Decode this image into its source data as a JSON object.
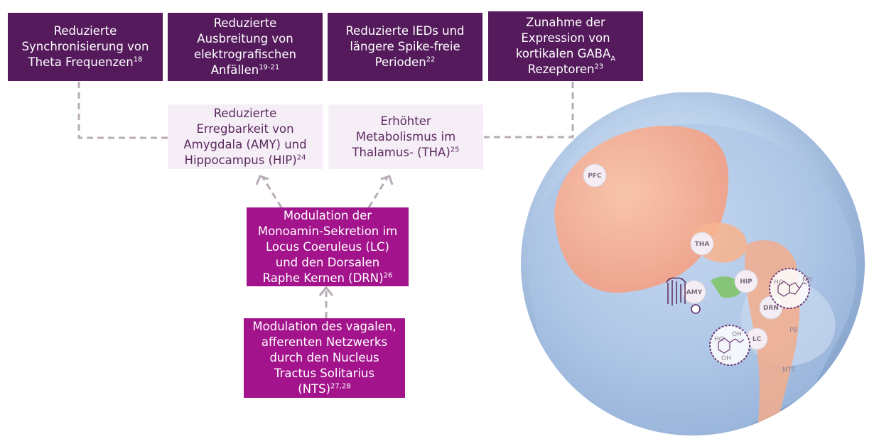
{
  "top_boxes": [
    {
      "text": "Reduzierte\nSynchronisierung von\nTheta Frequenzen",
      "sup": "18"
    },
    {
      "text": "Reduzierte\nAusbreitung von\nelektrografischen\nAnfällen",
      "sup": "19-21"
    },
    {
      "text": "Reduzierte IEDs und\nlängere Spike-freie\nPerioden",
      "sup": "22"
    },
    {
      "text_a": "Zunahme der\nExpression von\nkortikalen GABA",
      "sub": "A",
      "text_b": "\nRezeptoren",
      "sup": "23"
    }
  ],
  "mid_boxes": [
    {
      "text": "Reduzierte\nErregbarkeit von\nAmygdala (AMY) und\nHippocampus (HIP)",
      "sup": "24"
    },
    {
      "text": "Erhöhter\nMetabolismus im\nThalamus- (THA)",
      "sup": "25"
    }
  ],
  "modulation_box": {
    "text": "Modulation der\nMonoamin-Sekretion im\nLocus Coeruleus (LC)\nund den Dorsalen\nRaphe Kernen (DRN)",
    "sup": "26"
  },
  "vagal_box": {
    "text": "Modulation des vagalen,\nafferenten Netzwerks\ndurch den Nucleus\nTractus Solitarius\n(NTS)",
    "sup": "27,28"
  },
  "brain_labels": {
    "pfc": "PFC",
    "tha": "THA",
    "amy": "AMY",
    "hip": "HIP",
    "drn": "DRN",
    "lc": "LC",
    "pb": "PB",
    "nts": "NTS"
  },
  "molecule_labels": {
    "ho": "HO",
    "oh": "OH",
    "nh2": "NH",
    "oh2": "OH"
  },
  "colors": {
    "dark_purple": "#541a5c",
    "light_lilac": "#f6eef7",
    "magenta": "#a3148c",
    "dash_gray": "#b7acb6"
  }
}
